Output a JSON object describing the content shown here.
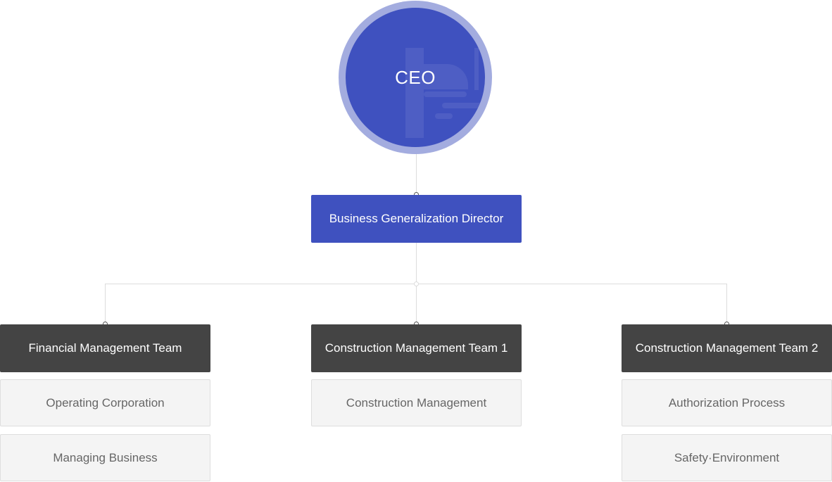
{
  "ceo": {
    "label": "CEO"
  },
  "director": {
    "label": "Business Generalization Director"
  },
  "teams": [
    {
      "label": "Financial Management Team",
      "items": [
        "Operating Corporation",
        "Managing Business"
      ]
    },
    {
      "label": "Construction Management Team 1",
      "items": [
        "Construction Management"
      ]
    },
    {
      "label": "Construction Management Team 2",
      "items": [
        "Authorization Process",
        "Safety·Environment"
      ]
    }
  ],
  "colors": {
    "primary": "#3f51bf",
    "ring": "#a3acdf",
    "team": "#444444",
    "sub_bg": "#f4f4f4",
    "connector": "#dcdcdc"
  }
}
